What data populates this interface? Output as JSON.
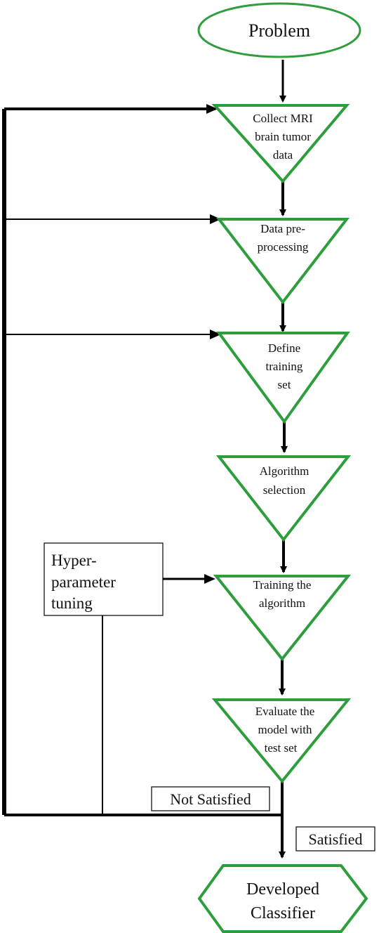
{
  "colors": {
    "shape_stroke": "#2e9e3c",
    "line": "#000000",
    "text": "#111111",
    "background": "#ffffff"
  },
  "nodes": {
    "start": {
      "shape": "ellipse",
      "lines": [
        "Problem"
      ]
    },
    "collect": {
      "shape": "triangle",
      "lines": [
        "Collect MRI",
        "brain tumor",
        "data"
      ]
    },
    "preprocess": {
      "shape": "triangle",
      "lines": [
        "Data pre-",
        "processing"
      ]
    },
    "define": {
      "shape": "triangle",
      "lines": [
        "Define",
        "training",
        "set"
      ]
    },
    "algorithm": {
      "shape": "triangle",
      "lines": [
        "Algorithm",
        "selection"
      ]
    },
    "training": {
      "shape": "triangle",
      "lines": [
        "Training the",
        "algorithm"
      ]
    },
    "evaluate": {
      "shape": "triangle",
      "lines": [
        "Evaluate the",
        "model with",
        "test set"
      ]
    },
    "end": {
      "shape": "hexagon",
      "lines": [
        "Developed",
        "Classifier"
      ]
    }
  },
  "boxes": {
    "hyper": {
      "lines": [
        "Hyper-",
        "parameter",
        "tuning"
      ]
    },
    "not_satisfied": {
      "label": "Not Satisfied"
    },
    "satisfied": {
      "label": "Satisfied"
    }
  }
}
